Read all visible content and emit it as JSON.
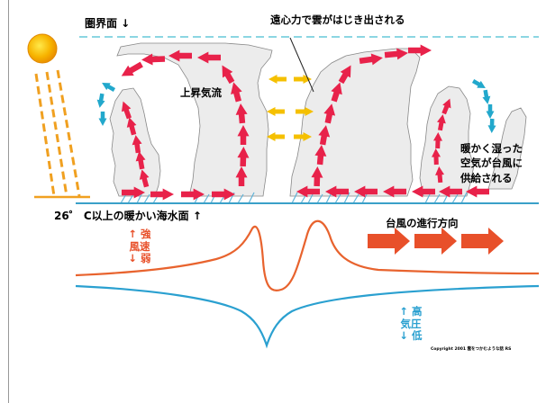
{
  "labels": {
    "tropopause": "圏界面 ↓",
    "centrifugal": "遠心力で雲がはじき出される",
    "updraft": "上昇気流",
    "warm_air": [
      "暖かく湿った",
      "空気が台風に",
      "供給される"
    ],
    "sea_surface": "26゜ C以上の暖かい海水面 ↑",
    "direction": "台風の進行方向",
    "wind": [
      "↑ 強",
      "風速",
      "↓ 弱"
    ],
    "pressure": [
      "↑ 高",
      "気圧",
      "↓ 低"
    ],
    "copyright": "Copyright 2001 雲をつかむような話 RS"
  },
  "colors": {
    "sun": "#f5a800",
    "sun_ray": "#f0a020",
    "tropopause": "#66c8d8",
    "sea": "#3aa0c8",
    "cloud_fill": "#ececec",
    "cloud_edge": "#888888",
    "red_arrow": "#e8224a",
    "yellow_arrow": "#f5c000",
    "cyan_arrow": "#22a8cc",
    "rain": "#5fb4d8",
    "orange": "#e85a2a",
    "direction_arrow": "#e8502a",
    "wind_text": "#e8502a",
    "pressure_text": "#2aa0d0"
  }
}
